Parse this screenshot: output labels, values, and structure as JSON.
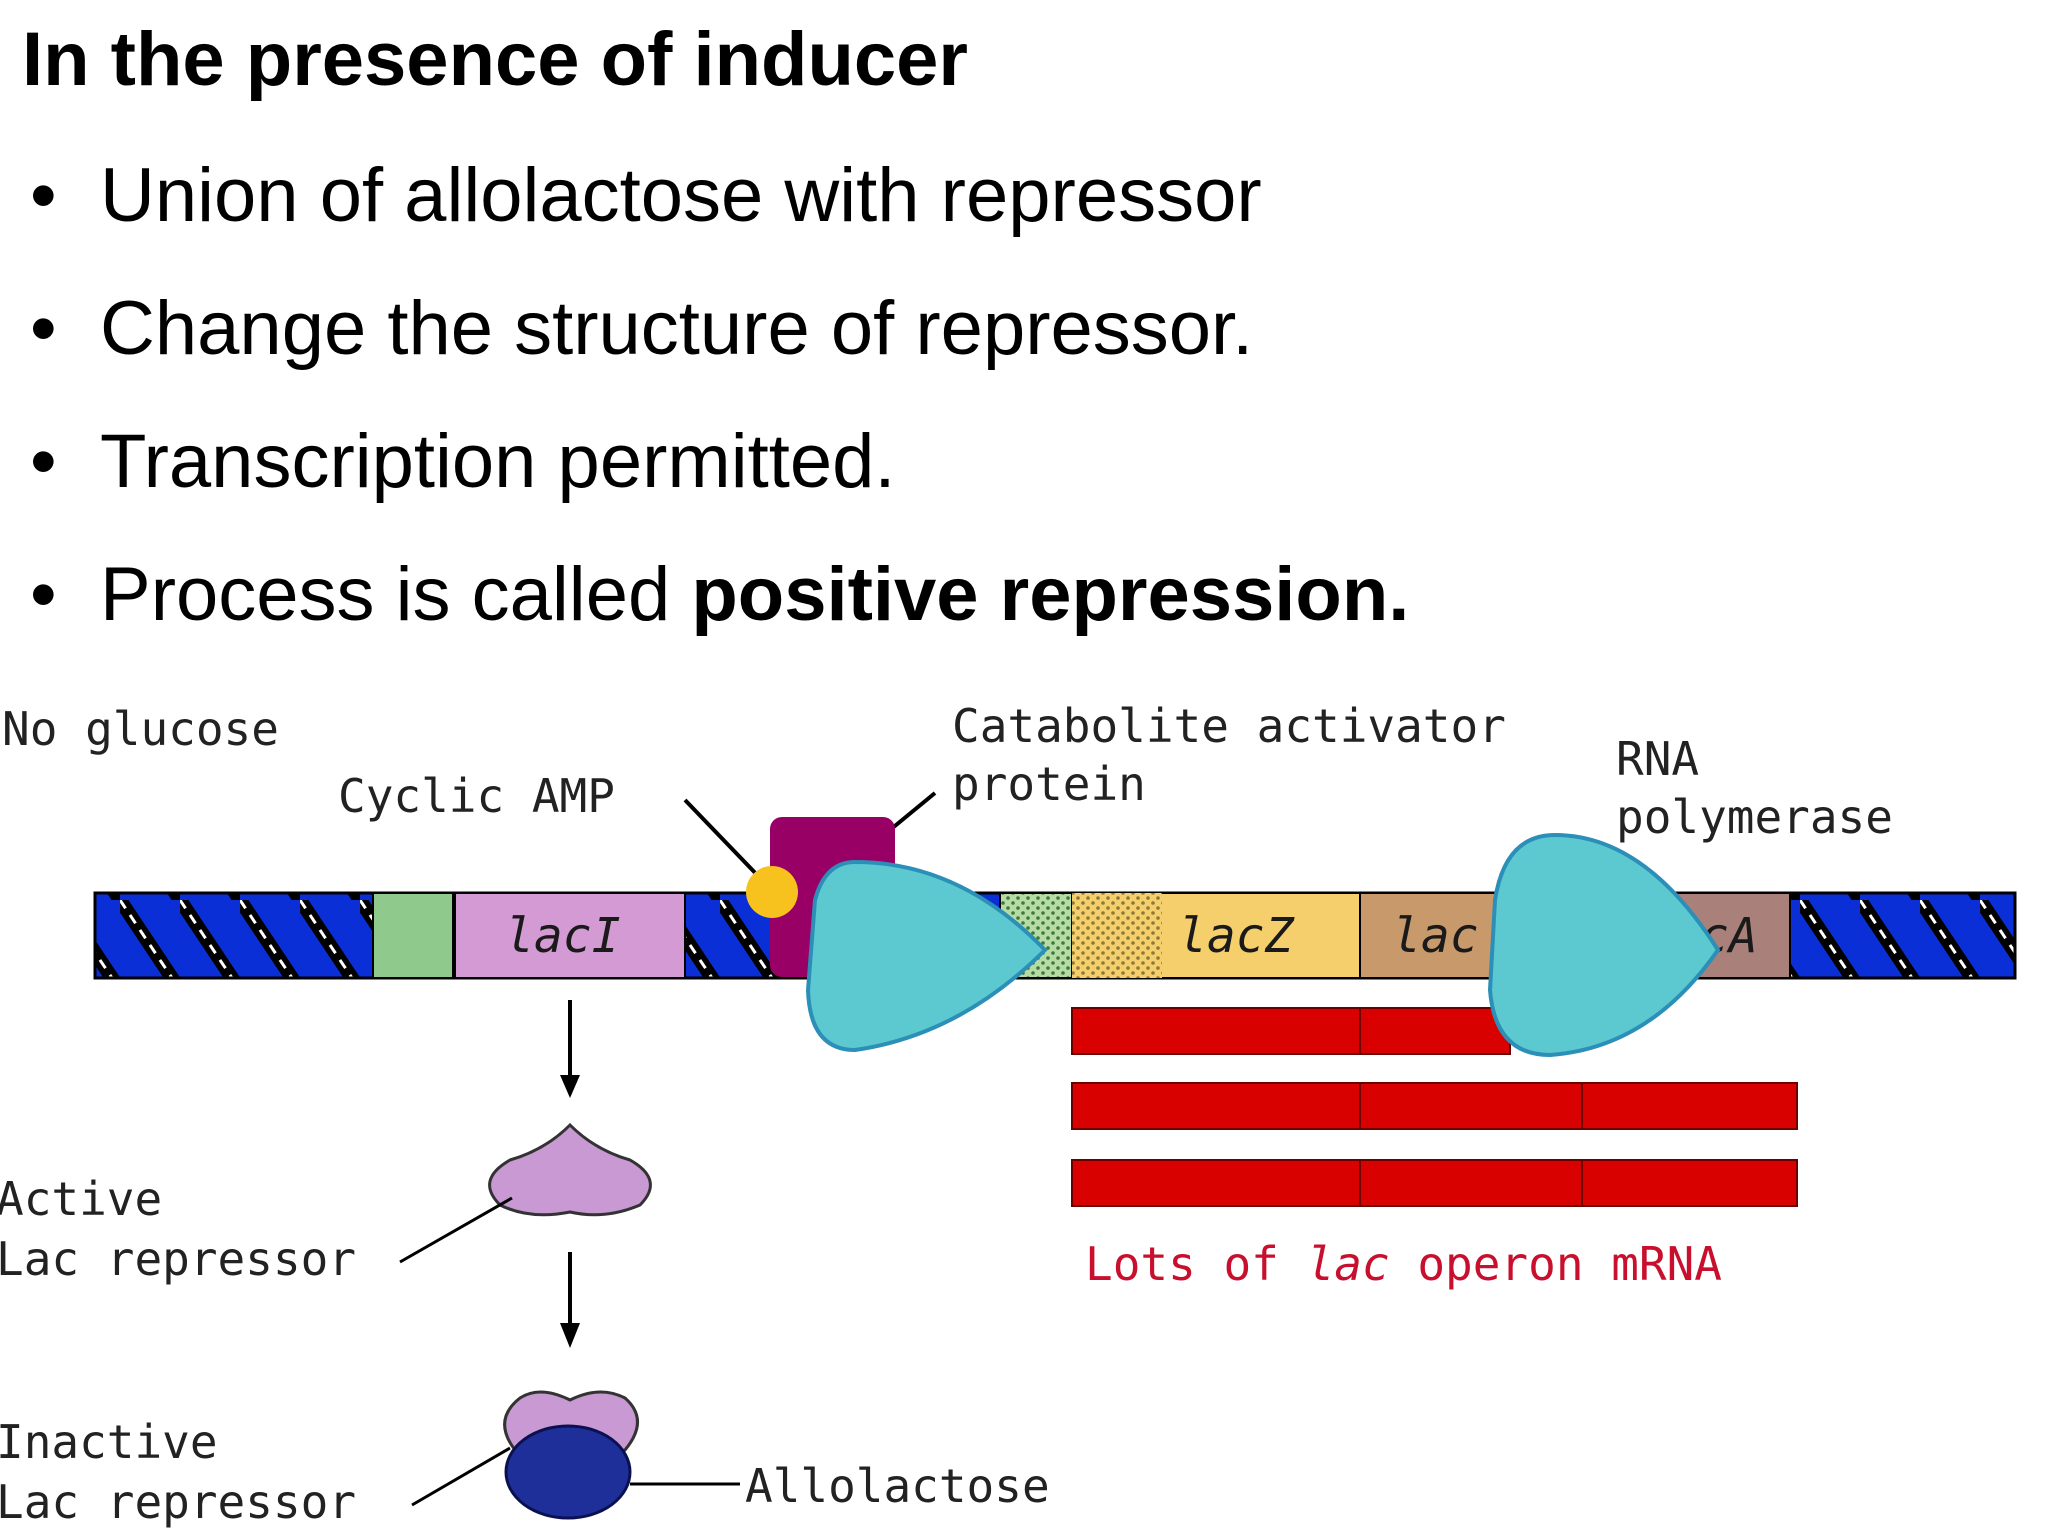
{
  "slide": {
    "title": "In the presence of inducer",
    "bullets": [
      {
        "text": "Union of allolactose with repressor"
      },
      {
        "text": "Change the structure of repressor."
      },
      {
        "text": "Transcription permitted."
      },
      {
        "text": "Process is called ",
        "bold": "positive repression."
      }
    ]
  },
  "diagram": {
    "condition_label": "No glucose",
    "cyclic_amp_label": "Cyclic AMP",
    "cap_label_line1": "Catabolite activator",
    "cap_label_line2": "protein",
    "rna_pol_line1": "RNA",
    "rna_pol_line2": "polymerase",
    "genes": {
      "lacI": "lacI",
      "lacZ": "lacZ",
      "lacY": "lac",
      "lacA": "cA"
    },
    "active_label_line1": "Active",
    "active_label_line2": "Lac repressor",
    "inactive_label_line1": "Inactive",
    "inactive_label_line2": "Lac repressor",
    "allolactose_label": "Allolactose",
    "mrna_label_pre": "Lots of ",
    "mrna_label_italic": "lac",
    "mrna_label_post": " operon mRNA",
    "colors": {
      "dna": "#0a2fd6",
      "lacI": "#d39ad4",
      "operator": "#90c98c",
      "lacZ": "#f5cf6b",
      "lacY": "#c89a6b",
      "lacA": "#a9807a",
      "cap": "#990066",
      "camp": "#f7c21d",
      "polymerase": "#5cc8d0",
      "mrna": "#d90000",
      "repressor": "#c999d3",
      "allolactose": "#1f2f9a"
    }
  }
}
